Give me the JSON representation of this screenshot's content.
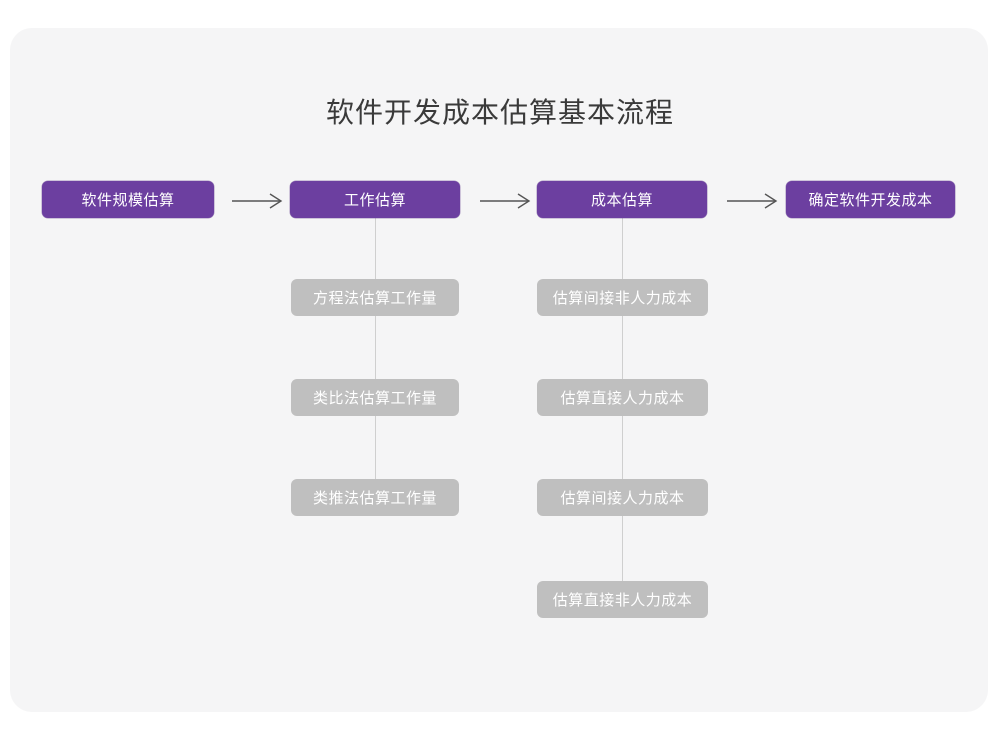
{
  "title": "软件开发成本估算基本流程",
  "colors": {
    "page_background": "#ffffff",
    "card_background": "#f5f5f6",
    "primary_node": "#6c3fa0",
    "secondary_node": "#bfbfbf",
    "title_text": "#3a3a3a",
    "node_text": "#ffffff",
    "connector_line": "#cfcfcf",
    "arrow": "#555555"
  },
  "chart_data": {
    "type": "diagram",
    "title": "软件开发成本估算基本流程",
    "layout": "horizontal flow with vertical sub-step columns",
    "stages": [
      {
        "label": "软件规模估算",
        "level": "primary",
        "substeps": []
      },
      {
        "label": "工作估算",
        "level": "primary",
        "substeps": [
          "方程法估算工作量",
          "类比法估算工作量",
          "类推法估算工作量"
        ]
      },
      {
        "label": "成本估算",
        "level": "primary",
        "substeps": [
          "估算间接非人力成本",
          "估算直接人力成本",
          "估算间接人力成本",
          "估算直接非人力成本"
        ]
      },
      {
        "label": "确定软件开发成本",
        "level": "primary",
        "substeps": []
      }
    ],
    "arrows": [
      {
        "from": "软件规模估算",
        "to": "工作估算",
        "style": "single-head-right"
      },
      {
        "from": "工作估算",
        "to": "成本估算",
        "style": "single-head-right"
      },
      {
        "from": "成本估算",
        "to": "确定软件开发成本",
        "style": "single-head-right"
      }
    ]
  },
  "nodes": {
    "stage1": "软件规模估算",
    "stage2": "工作估算",
    "stage3": "成本估算",
    "stage4": "确定软件开发成本",
    "col1_sub1": "方程法估算工作量",
    "col1_sub2": "类比法估算工作量",
    "col1_sub3": "类推法估算工作量",
    "col2_sub1": "估算间接非人力成本",
    "col2_sub2": "估算直接人力成本",
    "col2_sub3": "估算间接人力成本",
    "col2_sub4": "估算直接非人力成本"
  }
}
